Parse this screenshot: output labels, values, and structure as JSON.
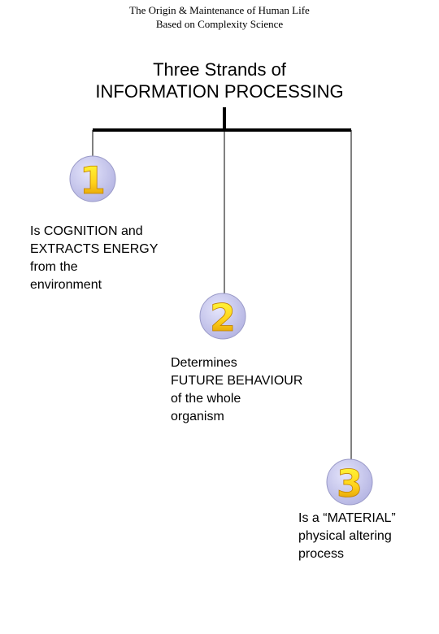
{
  "header": {
    "line1": "The Origin & Maintenance of Human Life",
    "line2": "Based on Complexity Science"
  },
  "title": {
    "line1": "Three Strands of",
    "line2": "INFORMATION PROCESSING"
  },
  "colors": {
    "line": "#000000",
    "circle_fill": "#c9c9ef",
    "circle_stroke": "#8a8ab8",
    "number_gold_light": "#ffff33",
    "number_gold_dark": "#e0a000"
  },
  "strands": [
    {
      "number": "1",
      "lines": [
        "Is COGNITION and",
        "EXTRACTS ENERGY",
        "from the",
        "environment"
      ]
    },
    {
      "number": "2",
      "lines": [
        "Determines",
        "FUTURE BEHAVIOUR",
        "of the whole",
        "organism"
      ]
    },
    {
      "number": "3",
      "lines": [
        "Is a “MATERIAL”",
        "physical altering",
        "process"
      ]
    }
  ]
}
